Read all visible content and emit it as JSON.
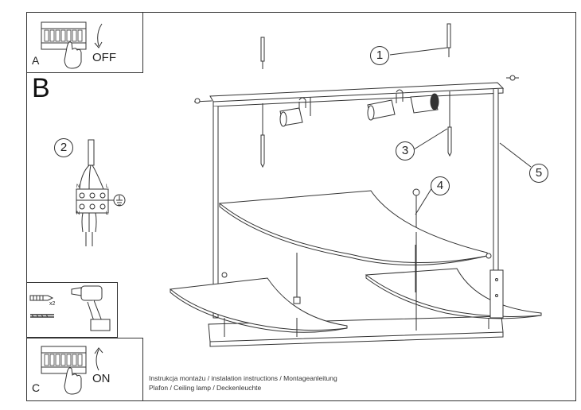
{
  "panel_a": {
    "letter": "A",
    "state": "OFF"
  },
  "panel_b": {
    "letter": "B"
  },
  "panel_c": {
    "letter": "C",
    "state": "ON"
  },
  "tool": {
    "quantity": "x2"
  },
  "wiring": {
    "n": "N",
    "l": "L"
  },
  "callouts": [
    "1",
    "2",
    "3",
    "4",
    "5"
  ],
  "caption": {
    "line1": "Instrukcja montażu / instalation instructions / Montageanleitung",
    "line2": "Plafon / Ceiling lamp / Deckenleuchte"
  }
}
